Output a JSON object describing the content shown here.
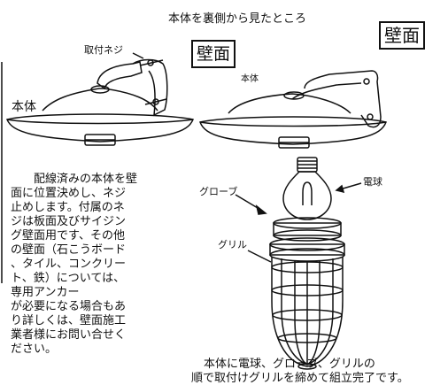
{
  "header": {
    "caption": "本体を裏側から見たところ",
    "wall_box": "壁面"
  },
  "left_diagram": {
    "screw_label": "取付ネジ",
    "body_label": "本体"
  },
  "right_diagram": {
    "wall_box": "壁面",
    "body_label": "本体",
    "bulb_label": "電球",
    "globe_label": "グローブ",
    "grille_label": "グリル"
  },
  "instructions": {
    "lines": [
      "配線済みの本体を壁",
      "面に位置決めし、ネジ",
      "止めします。付属のネ",
      "ジは板面及びサイジン",
      "グ壁面用です、その他",
      "の壁面（石こうボード",
      "、タイル、コンクリー",
      "ト、鉄）については、",
      "専用アンカー",
      "が必要になる場合もあ",
      "り詳しくは、壁面施工",
      "業者様にお問い合せく",
      "ださい。"
    ]
  },
  "assembly_note": {
    "line1": "本体に電球、グローブ、グリルの",
    "line2": "順で取付けグリルを締めて組立完了です。"
  }
}
